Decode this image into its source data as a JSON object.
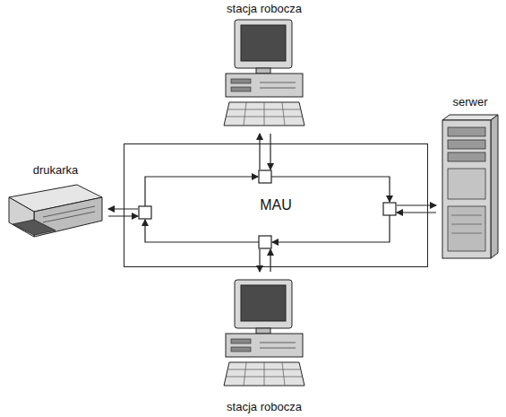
{
  "diagram": {
    "nodes": [
      {
        "text": [
          "stacja robocza"
        ]
      },
      {
        "text": [
          "drukarka"
        ]
      },
      {
        "text": [
          "MAU"
        ]
      },
      {
        "text": [
          "serwer"
        ]
      },
      {
        "text": [
          "stacja robocza"
        ]
      }
    ],
    "edges": [
      {
        "from": 0,
        "to": 2,
        "arrow": "both"
      },
      {
        "from": 1,
        "to": 2,
        "arrow": "both"
      },
      {
        "from": 3,
        "to": 2,
        "arrow": "both"
      },
      {
        "from": 4,
        "to": 2,
        "arrow": "both"
      }
    ]
  }
}
